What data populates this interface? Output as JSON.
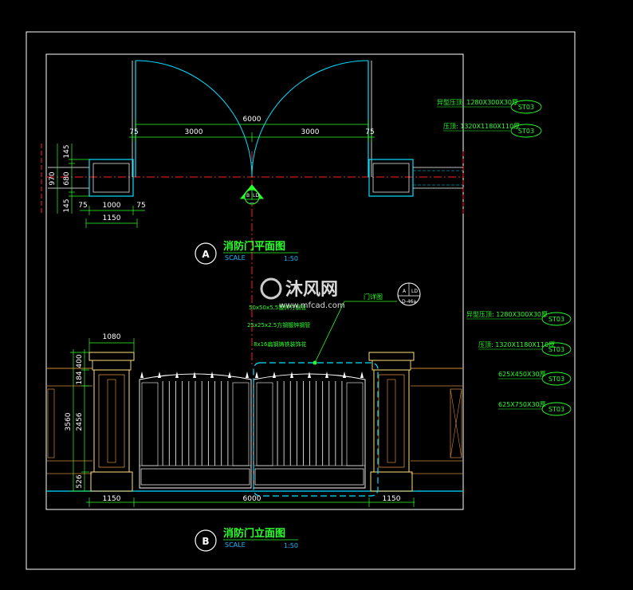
{
  "plan": {
    "dims": {
      "overall": "6000",
      "leaf_left": "3000",
      "leaf_right": "3000",
      "gap_left": "75",
      "gap_right": "75",
      "post_width": "1000",
      "post_side_left": "75",
      "post_side_right": "75",
      "post_total": "1150",
      "v_total": "970",
      "v_top": "145",
      "v_mid": "680",
      "v_bottom": "145"
    },
    "title_bubble": "A",
    "title": "消防门平面图",
    "scale_label": "SCALE",
    "scale_value": "1:50",
    "section_marker": {
      "top": "B",
      "right": "LD",
      "bottom": "—"
    }
  },
  "elevation": {
    "dims": {
      "post_top_width": "1080",
      "overall": "6000",
      "left": "1150",
      "right": "1150",
      "h_total": "3560",
      "h_cap": "400",
      "h_neck": "184",
      "h_body": "2456",
      "h_base": "526"
    },
    "title_bubble": "B",
    "title": "消防门立面图",
    "scale_label": "SCALE",
    "scale_value": "1:50",
    "detail_callout": {
      "title": "门详图",
      "top": "A",
      "right": "LD",
      "bottom": "D-46a"
    },
    "notes": [
      "50x50x5.5镀锌方钢管",
      "25x25x2.5方钢镀锌钢管",
      "8x16扁钢铸铁装饰花"
    ]
  },
  "material_tags": {
    "plan": [
      {
        "text": "异型压顶: 1280X300X30厚",
        "code": "ST03"
      },
      {
        "text": "压顶: 1320X1180X110厚",
        "code": "ST03"
      }
    ],
    "elevation": [
      {
        "text": "异型压顶: 1280X300X30厚",
        "code": "ST03"
      },
      {
        "text": "压顶: 1320X1180X110厚",
        "code": "ST03"
      },
      {
        "text": "625X450X30厚",
        "code": "ST03"
      },
      {
        "text": "625X750X30厚",
        "code": "ST03"
      }
    ]
  },
  "watermark": {
    "brand": "沐风网",
    "url": "www.mfcad.com"
  },
  "colors": {
    "background": "#000000",
    "cad_white": "#ffffff",
    "cad_cyan": "#00e0ff",
    "cad_green": "#2bff2b",
    "cad_red": "#ff2020",
    "cad_yellow": "#ffe07a",
    "cad_orange": "#d08a3a"
  }
}
